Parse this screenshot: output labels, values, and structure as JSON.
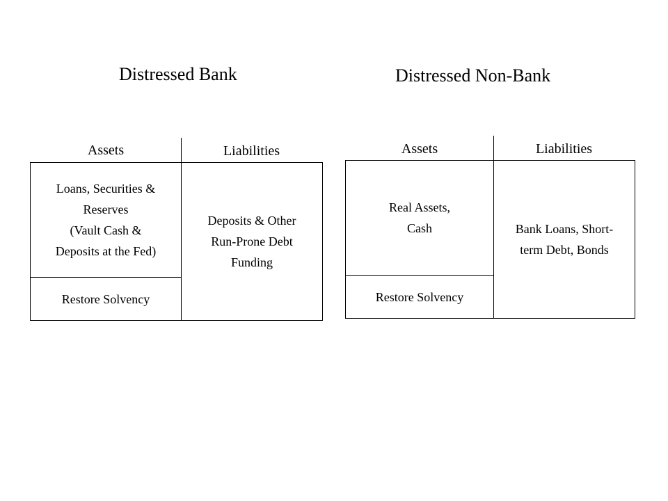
{
  "bank": {
    "title": "Distressed Bank",
    "assets_header": "Assets",
    "liabilities_header": "Liabilities",
    "assets_cell": "Loans, Securities &\nReserves\n(Vault Cash &\nDeposits at the Fed)",
    "liabilities_cell": "Deposits & Other\nRun-Prone Debt\nFunding",
    "solvency_cell": "Restore Solvency"
  },
  "nonbank": {
    "title": "Distressed Non-Bank",
    "assets_header": "Assets",
    "liabilities_header": "Liabilities",
    "assets_cell": "Real Assets,\nCash",
    "liabilities_cell": "Bank Loans, Short-\nterm Debt, Bonds",
    "solvency_cell": "Restore Solvency"
  }
}
